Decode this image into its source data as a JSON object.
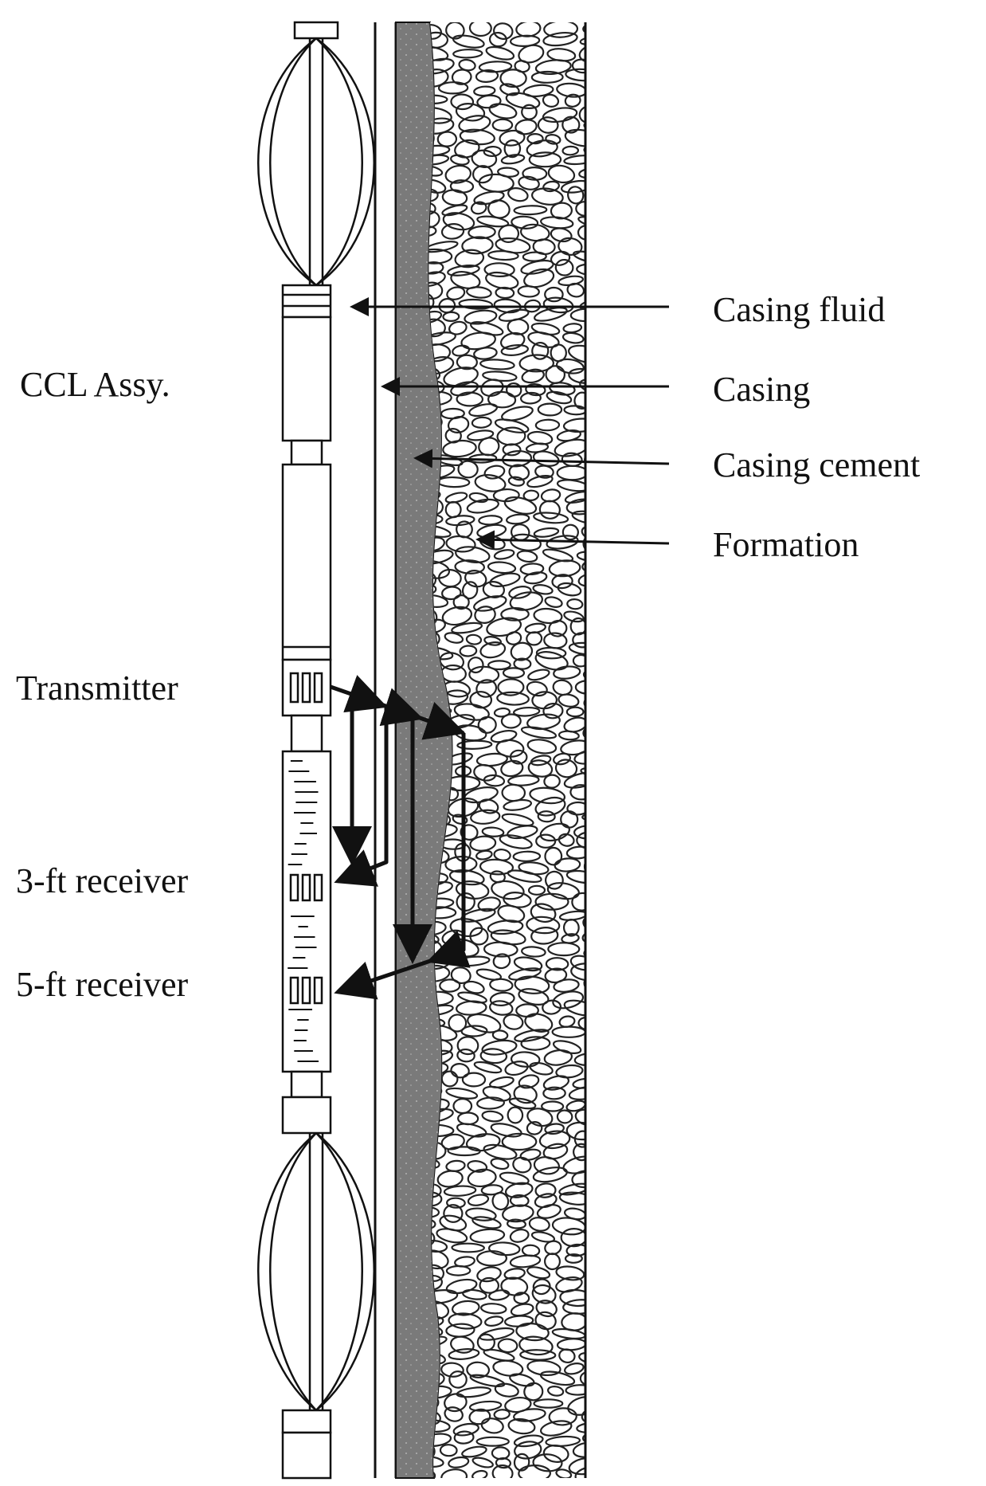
{
  "labels": {
    "ccl_assy": "CCL Assy.",
    "transmitter": "Transmitter",
    "receiver_3ft": "3-ft receiver",
    "receiver_5ft": "5-ft receiver",
    "casing_fluid": "Casing fluid",
    "casing": "Casing",
    "casing_cement": "Casing cement",
    "formation": "Formation"
  },
  "colors": {
    "line": "#111111",
    "cement": "#7a7a7a",
    "background": "#ffffff"
  }
}
